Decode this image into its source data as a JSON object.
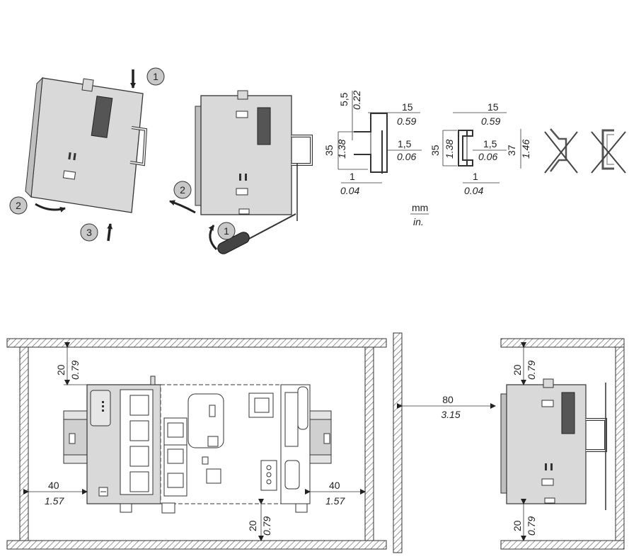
{
  "top": {
    "step_left_1": "1",
    "step_left_2": "2",
    "step_left_3": "3",
    "step_mid_1": "1",
    "step_mid_2": "2",
    "rail_a": {
      "h5_mm": "5,5",
      "h5_in": "0.22",
      "w15_mm": "15",
      "w15_in": "0.59",
      "h35_mm": "35",
      "h35_in": "1.38",
      "t15_mm": "1,5",
      "t15_in": "0.06",
      "b1_mm": "1",
      "b1_in": "0.04"
    },
    "rail_b": {
      "w15_mm": "15",
      "w15_in": "0.59",
      "h35_mm": "35",
      "h35_in": "1.38",
      "t15_mm": "1,5",
      "t15_in": "0.06",
      "h37_mm": "37",
      "h37_in": "1.46",
      "b1_mm": "1",
      "b1_in": "0.04"
    },
    "unit_mm": "mm",
    "unit_in": "in."
  },
  "bottom": {
    "front": {
      "top_mm": "20",
      "top_in": "0.79",
      "left_mm": "40",
      "left_in": "1.57",
      "right_mm": "40",
      "right_in": "1.57",
      "bottom_mm": "20",
      "bottom_in": "0.79"
    },
    "gap_mm": "80",
    "gap_in": "3.15",
    "side": {
      "top_mm": "20",
      "top_in": "0.79",
      "bottom_mm": "20",
      "bottom_in": "0.79"
    }
  },
  "colors": {
    "device_gray": "#d9d9d9",
    "circle_gray": "#c8c8c8",
    "line": "#333333"
  }
}
